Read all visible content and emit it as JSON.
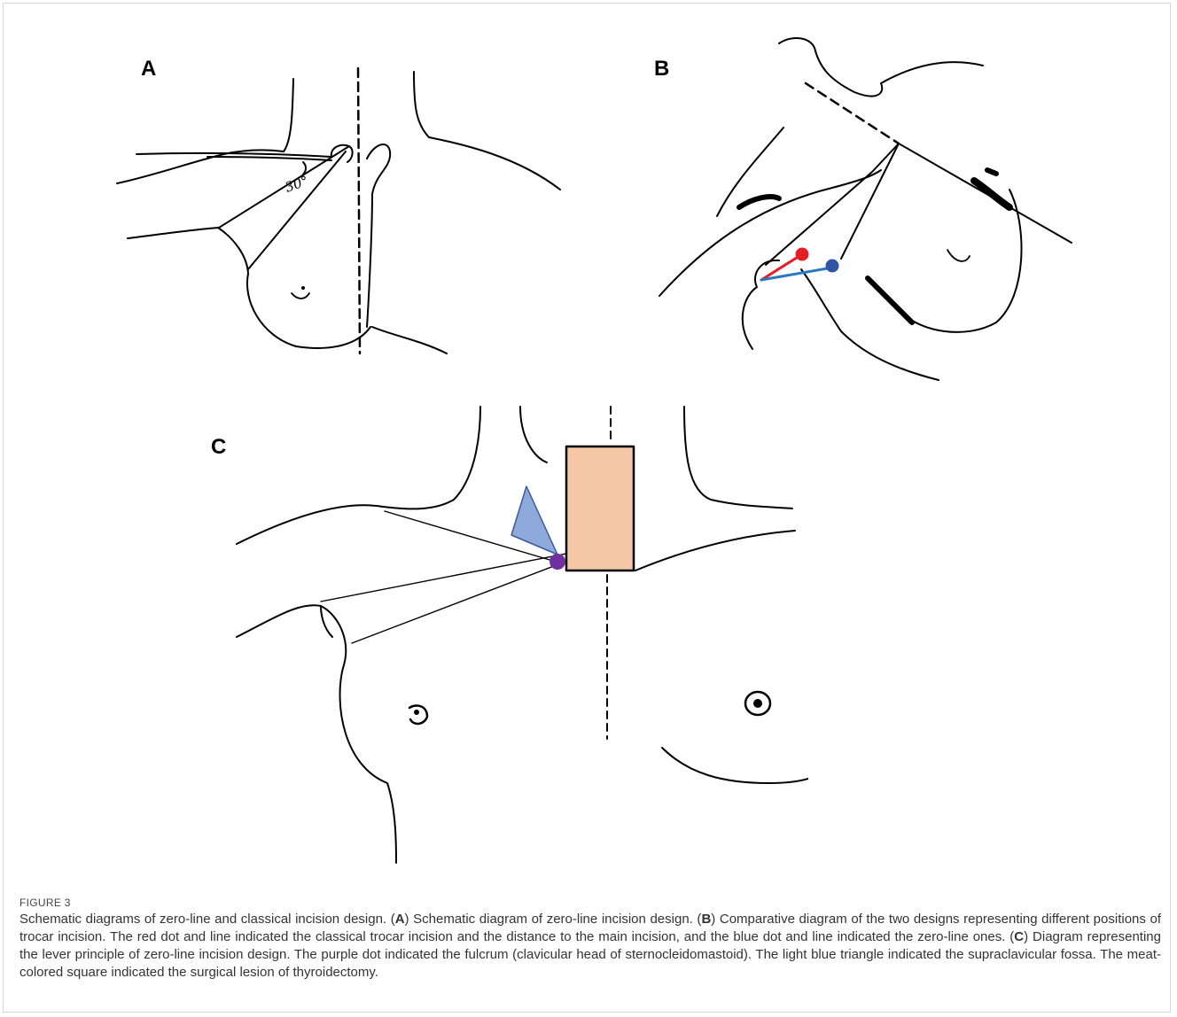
{
  "figure": {
    "label": "FIGURE 3",
    "panels": [
      {
        "letter": "A",
        "angle_label": "30°"
      },
      {
        "letter": "B"
      },
      {
        "letter": "C"
      }
    ],
    "colors": {
      "classical_dot": "#e31e24",
      "classical_line": "#e31e24",
      "zero_line_dot": "#2f55a4",
      "zero_line_line": "#2b78c2",
      "fulcrum_dot": "#7030a0",
      "supraclavicular_fossa": "#8eaadb",
      "surgical_lesion": "#f4c7a7"
    }
  },
  "caption": {
    "s1": "Schematic diagrams of zero-line and classical incision design. (",
    "a": "A",
    "s2": ") Schematic diagram of zero-line incision design. (",
    "b": "B",
    "s3": ") Comparative diagram of the two designs representing different positions of trocar incision. The red dot and line indicated the classical trocar incision and the distance to the main incision, and the blue dot and line indicated the zero-line ones. (",
    "c": "C",
    "s4": ") Diagram representing the lever principle of zero-line incision design. The purple dot indicated the fulcrum (clavicular head of sternocleidomastoid). The light blue triangle indicated the supraclavicular fossa. The meat-colored square indicated the surgical lesion of thyroidectomy."
  }
}
